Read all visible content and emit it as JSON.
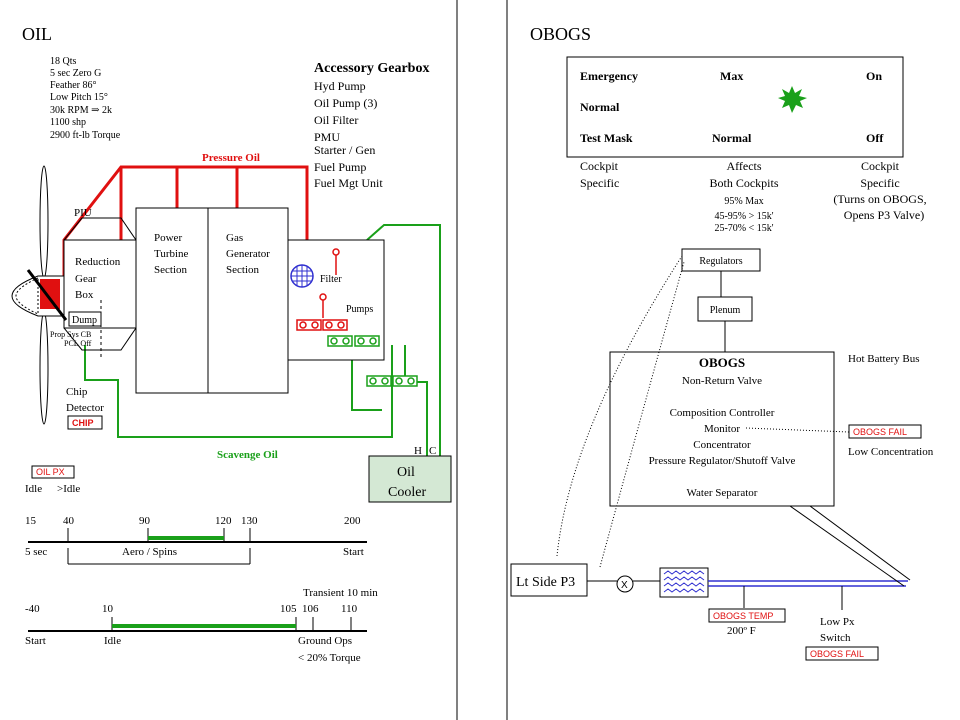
{
  "oil": {
    "title": "OIL",
    "specs": [
      "18 Qts",
      "5 sec Zero G",
      "Feather 86°",
      "Low Pitch 15°",
      "30k RPM ⇒ 2k",
      "1100 shp",
      "2900 ft-lb Torque"
    ],
    "gearbox_title": "Accessory Gearbox",
    "gearbox_items": [
      "Hyd Pump",
      "Oil Pump (3)",
      "Oil Filter",
      "PMU",
      "Starter / Gen",
      "Fuel Pump",
      "Fuel Mgt Unit"
    ],
    "pressure_oil": "Pressure Oil",
    "scavenge_oil": "Scavenge Oil",
    "piu": "PIU",
    "reduction_gear": [
      "Reduction",
      "Gear",
      "Box"
    ],
    "power_turbine": [
      "Power",
      "Turbine",
      "Section"
    ],
    "gas_generator": [
      "Gas",
      "Generator",
      "Section"
    ],
    "filter": "Filter",
    "pumps": "Pumps",
    "dump": "Dump",
    "prop_sys": [
      "Prop Sys CB",
      "PCL Off"
    ],
    "chip_detector": [
      "Chip",
      "Detector"
    ],
    "chip_light": "CHIP",
    "h_label": "H",
    "c_label": "C",
    "oil_cooler": [
      "Oil",
      "Cooler"
    ],
    "oil_px_light": "OIL PX",
    "pressure_scale": {
      "idle": "Idle",
      "gt_idle": ">Idle",
      "ticks": [
        "15",
        "40",
        "90",
        "120",
        "130",
        "200"
      ],
      "five_sec": "5 sec",
      "aero_spins": "Aero / Spins",
      "start": "Start"
    },
    "temp_scale": {
      "transient": "Transient 10 min",
      "ticks": [
        "-40",
        "10",
        "105",
        "106",
        "110"
      ],
      "start": "Start",
      "idle": "Idle",
      "ground_ops": "Ground Ops",
      "torque": "< 20% Torque"
    }
  },
  "obogs": {
    "title": "OBOGS",
    "panel_rows": [
      [
        "Emergency",
        "Max",
        "On"
      ],
      [
        "Normal",
        "",
        ""
      ],
      [
        "Test Mask",
        "Normal",
        "Off"
      ]
    ],
    "col1": [
      "Cockpit",
      "Specific"
    ],
    "col2": [
      "Affects",
      "Both Cockpits",
      "95% Max",
      "45-95% > 15k'",
      "25-70% < 15k'"
    ],
    "col3": [
      "Cockpit",
      "Specific",
      "(Turns on OBOGS,",
      "Opens P3 Valve)"
    ],
    "regulators": "Regulators",
    "plenum": "Plenum",
    "unit_title": "OBOGS",
    "unit_items": [
      "Non-Return Valve",
      "",
      "Composition Controller",
      "Monitor",
      "Concentrator",
      "Pressure Regulator/Shutoff Valve",
      "",
      "Water Separator"
    ],
    "hot_battery_bus": "Hot Battery Bus",
    "obogs_fail": "OBOGS FAIL",
    "low_concentration": "Low Concentration",
    "lt_side_p3": "Lt Side P3",
    "valve_x": "X",
    "obogs_temp": "OBOGS TEMP",
    "temp_value": "200º F",
    "low_px_switch": [
      "Low Px",
      "Switch"
    ],
    "obogs_fail_2": "OBOGS FAIL"
  },
  "colors": {
    "pressure": "#e01010",
    "scavenge": "#1aa01a",
    "caution_red": "#e01010",
    "star_green": "#1aa01a",
    "blue_line": "#3030d0"
  }
}
